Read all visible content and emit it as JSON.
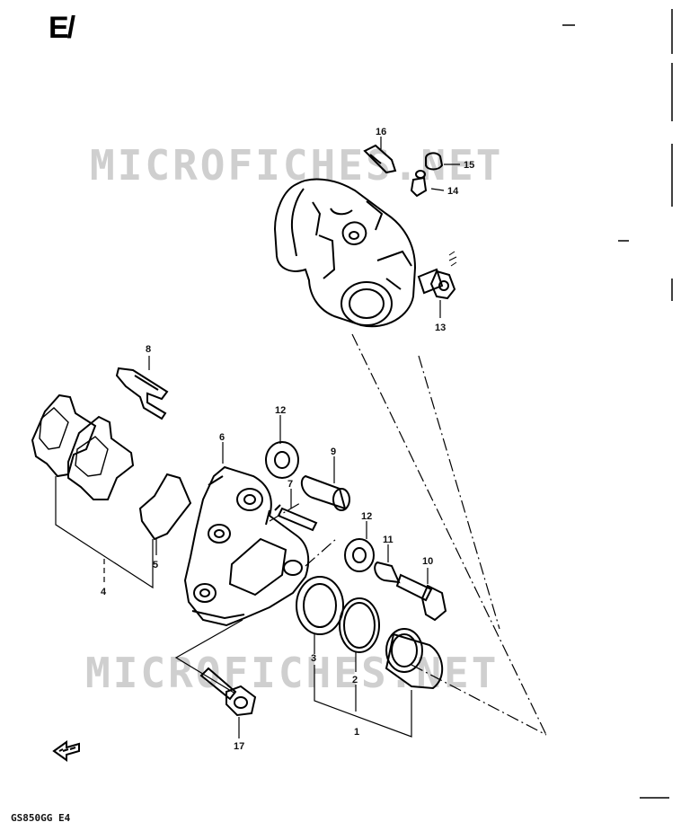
{
  "logo_text": "E/",
  "watermark": [
    "MICROFICHES.NET",
    "MICROFICHES.NET"
  ],
  "model_code": "GS850GG  E4",
  "callouts": {
    "c1": "1",
    "c2": "2",
    "c3": "3",
    "c4": "4",
    "c5": "5",
    "c6": "6",
    "c7": "7",
    "c8": "8",
    "c9": "9",
    "c10": "10",
    "c11": "11",
    "c12a": "12",
    "c12b": "12",
    "c13": "13",
    "c14": "14",
    "c15": "15",
    "c16": "16",
    "c17": "17"
  },
  "icons": {
    "direction_arrow": "front-arrow-icon"
  }
}
